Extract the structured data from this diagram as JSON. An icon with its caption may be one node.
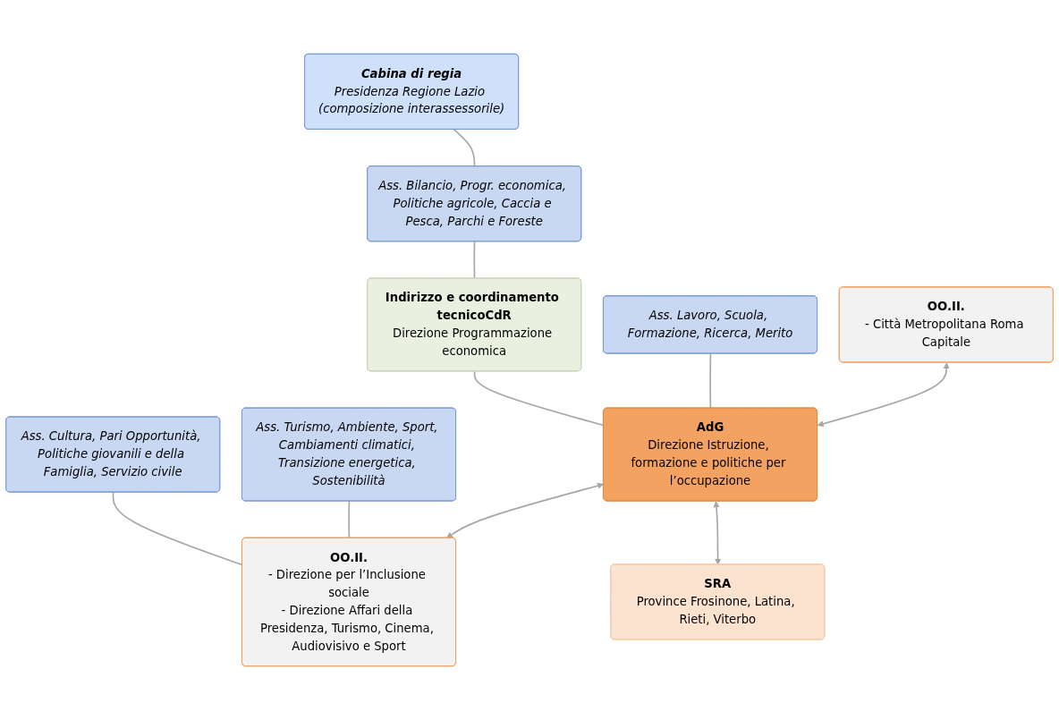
{
  "diagram": {
    "nodes": [
      {
        "text": [
          "Cabina di regia",
          "Presidenza Regione Lazio (composizione interassessorile)"
        ]
      },
      {
        "text": [
          "Ass. Bilancio, Progr. economica, Politiche agricole, Caccia e Pesca, Parchi e Foreste"
        ]
      },
      {
        "text": [
          "Ass. Lavoro, Scuola, Formazione, Ricerca, Merito"
        ]
      },
      {
        "text": [
          "Ass. Cultura, Pari Opportunità, Politiche giovanili e della Famiglia, Servizio civile"
        ]
      },
      {
        "text": [
          "Ass. Turismo, Ambiente, Sport, Cambiamenti climatici, Transizione energetica, Sostenibilità"
        ]
      },
      {
        "text": [
          "Indirizzo e coordinamento tecnicoCdR",
          "Direzione Programmazione economica"
        ]
      },
      {
        "text": [
          "OO.II.",
          "- Città Metropolitana Roma Capitale"
        ]
      },
      {
        "text": [
          "AdG",
          "Direzione Istruzione, formazione e politiche per l’occupazione"
        ]
      },
      {
        "text": [
          "OO.II.",
          "- Direzione per l’Inclusione sociale",
          "- Direzione Affari della Presidenza, Turismo, Cinema, Audiovisivo e Sport"
        ]
      },
      {
        "text": [
          "SRA",
          "Province Frosinone, Latina, Rieti, Viterbo"
        ]
      }
    ],
    "edges": [
      {
        "from": 0,
        "to": 1,
        "arrow": "none"
      },
      {
        "from": 1,
        "to": 5,
        "arrow": "none"
      },
      {
        "from": 5,
        "to": 7,
        "arrow": "none"
      },
      {
        "from": 2,
        "to": 7,
        "arrow": "none"
      },
      {
        "from": 3,
        "to": 8,
        "arrow": "none"
      },
      {
        "from": 4,
        "to": 8,
        "arrow": "none"
      },
      {
        "from": 6,
        "to": 7,
        "arrow": "both"
      },
      {
        "from": 7,
        "to": 8,
        "arrow": "both"
      },
      {
        "from": 7,
        "to": 9,
        "arrow": "both"
      }
    ]
  }
}
